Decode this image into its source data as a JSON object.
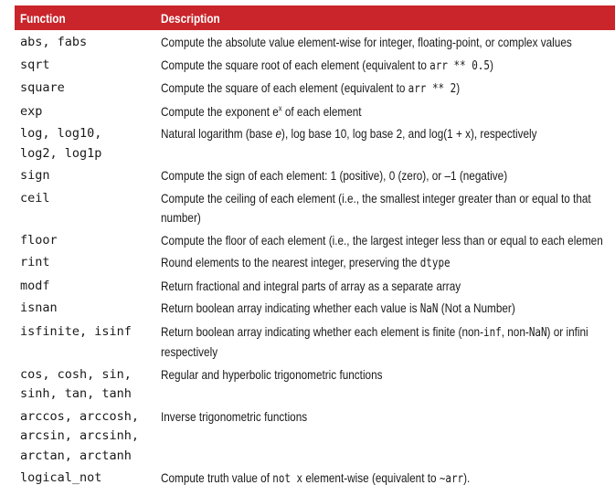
{
  "header": {
    "function": "Function",
    "description": "Description"
  },
  "rows": [
    {
      "function": "abs, fabs",
      "lines": [
        [
          {
            "t": "Compute the absolute value element-wise for integer, floating-point, or complex values"
          }
        ]
      ]
    },
    {
      "function": "sqrt",
      "lines": [
        [
          {
            "t": "Compute the square root of each element (equivalent to "
          },
          {
            "t": "arr ** 0.5",
            "s": "mono"
          },
          {
            "t": ")"
          }
        ]
      ]
    },
    {
      "function": "square",
      "lines": [
        [
          {
            "t": "Compute the square of each element (equivalent to "
          },
          {
            "t": "arr ** 2",
            "s": "mono"
          },
          {
            "t": ")"
          }
        ]
      ]
    },
    {
      "function": "exp",
      "lines": [
        [
          {
            "t": "Compute the exponent e"
          },
          {
            "t": "x",
            "s": "sup"
          },
          {
            "t": " of each element"
          }
        ]
      ]
    },
    {
      "function": "log, log10,\nlog2, log1p",
      "lines": [
        [
          {
            "t": "Natural logarithm (base "
          },
          {
            "t": "e",
            "s": "ital"
          },
          {
            "t": "), log base 10, log base 2, and log(1 + x), respectively"
          }
        ]
      ]
    },
    {
      "function": "sign",
      "lines": [
        [
          {
            "t": "Compute the sign of each element: 1 (positive), 0 (zero), or –1 (negative)"
          }
        ]
      ]
    },
    {
      "function": "ceil",
      "lines": [
        [
          {
            "t": "Compute the ceiling of each element (i.e., the smallest integer greater than or equal to that"
          }
        ],
        [
          {
            "t": "number)"
          }
        ]
      ]
    },
    {
      "function": "floor",
      "lines": [
        [
          {
            "t": "Compute the floor of each element (i.e., the largest integer less than or equal to each elemen"
          }
        ]
      ]
    },
    {
      "function": "rint",
      "lines": [
        [
          {
            "t": "Round elements to the nearest integer, preserving the "
          },
          {
            "t": "dtype",
            "s": "mono"
          }
        ]
      ]
    },
    {
      "function": "modf",
      "lines": [
        [
          {
            "t": "Return fractional and integral parts of array as a separate array"
          }
        ]
      ]
    },
    {
      "function": "isnan",
      "lines": [
        [
          {
            "t": "Return boolean array indicating whether each value is "
          },
          {
            "t": "NaN",
            "s": "mono"
          },
          {
            "t": " (Not a Number)"
          }
        ]
      ]
    },
    {
      "function": "isfinite, isinf",
      "lines": [
        [
          {
            "t": "Return boolean array indicating whether each element is finite (non-"
          },
          {
            "t": "inf",
            "s": "mono"
          },
          {
            "t": ", non-"
          },
          {
            "t": "NaN",
            "s": "mono"
          },
          {
            "t": ") or infini"
          }
        ],
        [
          {
            "t": "respectively"
          }
        ]
      ]
    },
    {
      "function": "cos, cosh, sin,\nsinh, tan, tanh",
      "lines": [
        [
          {
            "t": "Regular and hyperbolic trigonometric functions"
          }
        ]
      ]
    },
    {
      "function": "arccos, arccosh,\narcsin, arcsinh,\narctan, arctanh",
      "lines": [
        [
          {
            "t": "Inverse trigonometric functions"
          }
        ]
      ]
    },
    {
      "function": "logical_not",
      "lines": [
        [
          {
            "t": "Compute truth value of "
          },
          {
            "t": "not x",
            "s": "mono"
          },
          {
            "t": " element-wise (equivalent to "
          },
          {
            "t": "~arr",
            "s": "mono"
          },
          {
            "t": ")."
          }
        ]
      ]
    }
  ]
}
